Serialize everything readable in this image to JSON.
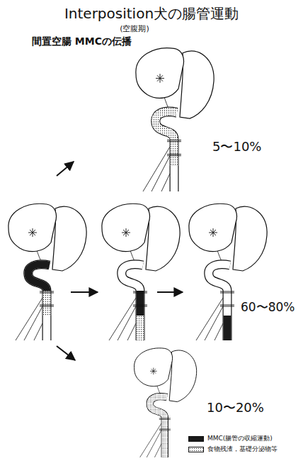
{
  "diagram": {
    "title": "Interposition犬の腸管運動",
    "labels": [
      "(空腹期)",
      "間置空腸 MMCの伝播",
      "5〜10%",
      "60〜80%",
      "10〜20%"
    ],
    "legend": [
      {
        "text": "MMC(腸管の収縮運動)",
        "color": "#1a1a1a"
      },
      {
        "text": "食物残渣，基礎分泌物等"
      }
    ]
  }
}
